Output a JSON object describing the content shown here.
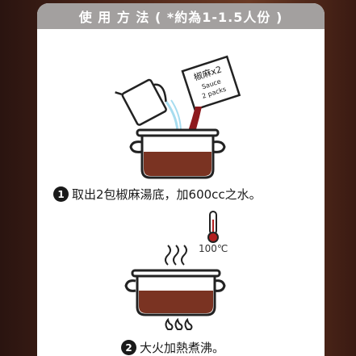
{
  "header": {
    "title": "使 用 方 法 ( *約為1-1.5人份 )"
  },
  "packet": {
    "line1": "椒麻x2",
    "line2": "Sauce",
    "line3": "2 packs"
  },
  "step1": {
    "number": "1",
    "text": "取出2包椒麻湯底，加600cc之水。"
  },
  "step2": {
    "number": "2",
    "text": "大火加熱煮沸。"
  },
  "thermometer": {
    "label": "100℃"
  },
  "colors": {
    "header_bg": "#a3a09f",
    "soup": "#7a3322",
    "sauce": "#8e1a1e",
    "water": "#a6dcef"
  }
}
